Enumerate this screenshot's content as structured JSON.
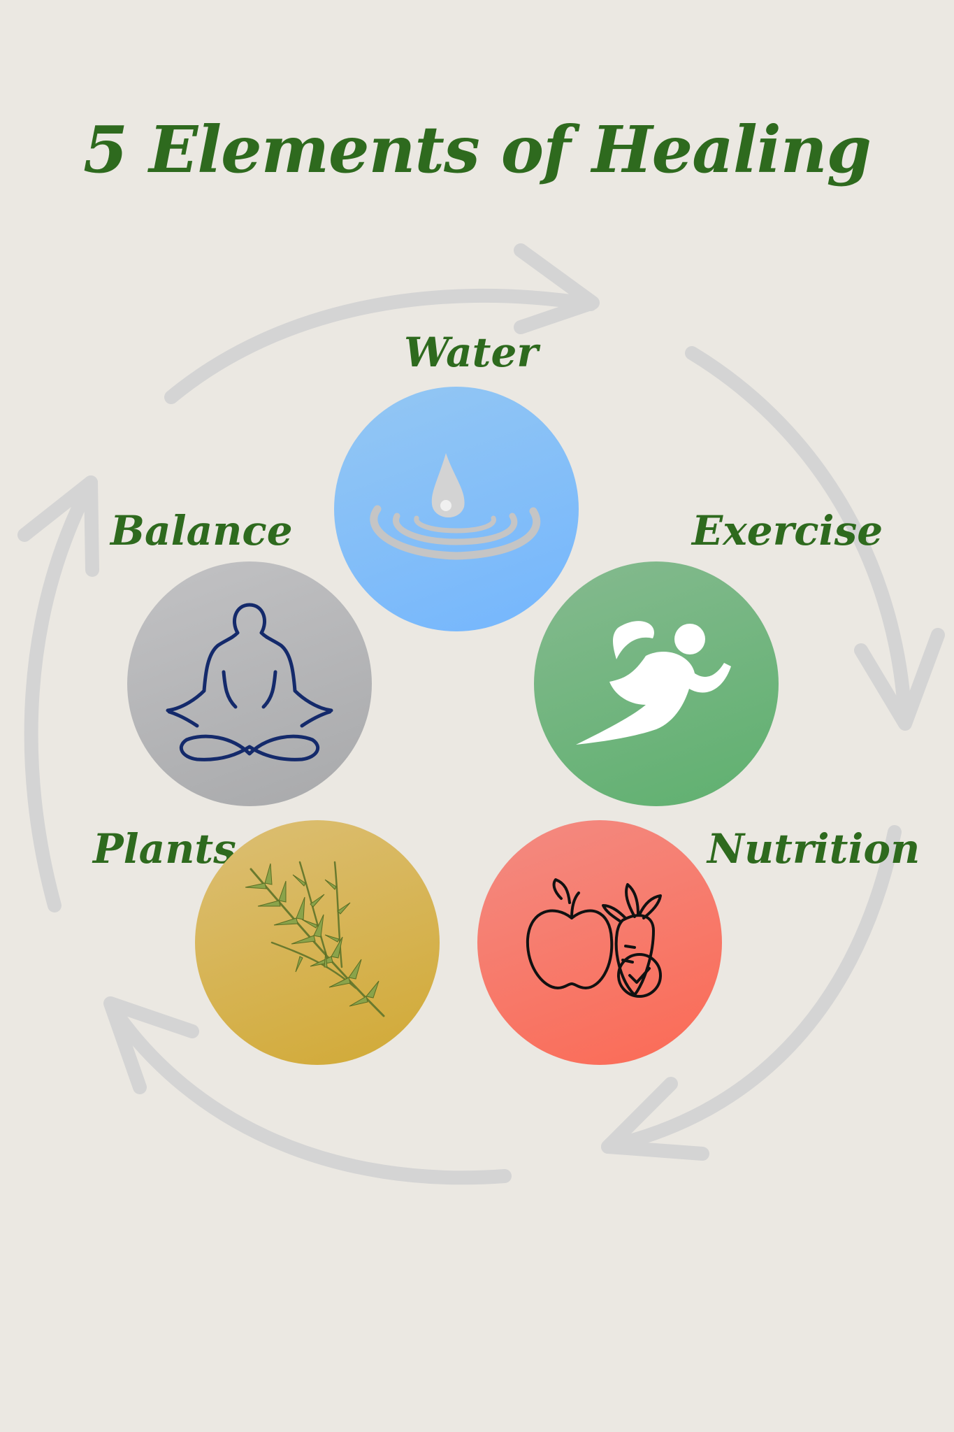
{
  "title": "5 Elements of Healing",
  "elements": [
    {
      "label": "Water",
      "icon": "water-drop-ripple-icon",
      "color": "#7fbdf8"
    },
    {
      "label": "Exercise",
      "icon": "runner-icon",
      "color": "#6fb47c"
    },
    {
      "label": "Nutrition",
      "icon": "apple-carrot-icon",
      "color": "#f7705f"
    },
    {
      "label": "Plants",
      "icon": "rosemary-sprig-icon",
      "color": "#d6b24d"
    },
    {
      "label": "Balance",
      "icon": "meditation-figure-icon",
      "color": "#b5b6b8"
    }
  ],
  "arrow_color": "#d4d4d4",
  "title_color": "#2e6a1e"
}
